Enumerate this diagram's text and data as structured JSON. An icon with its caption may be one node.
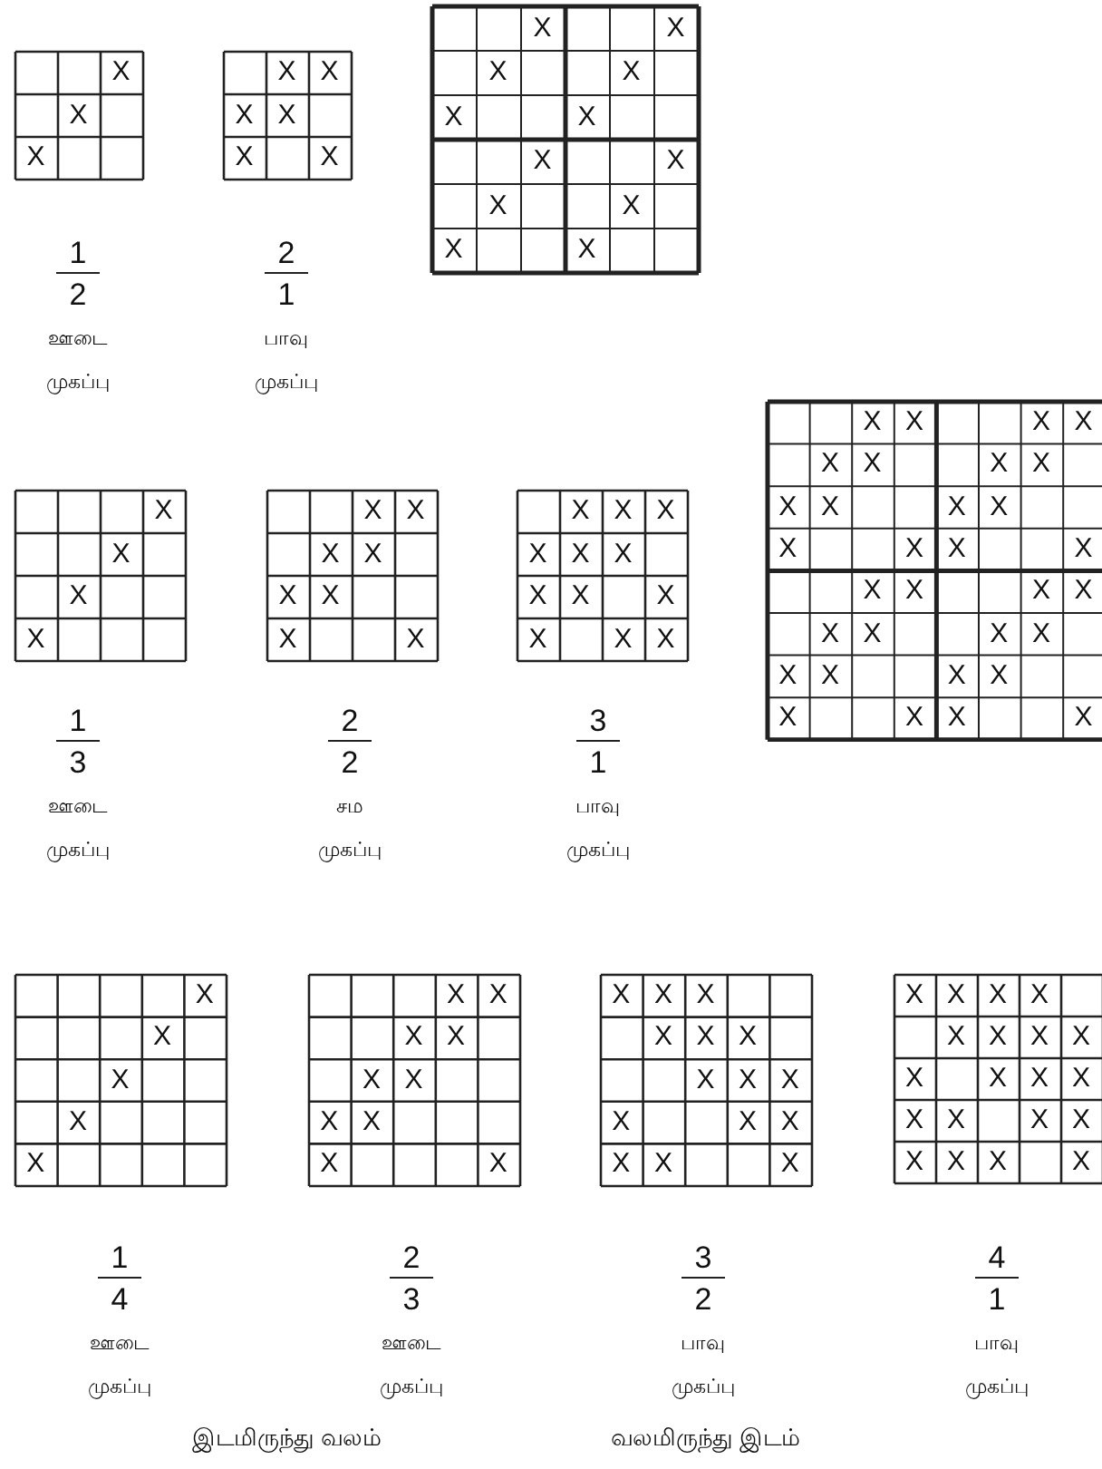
{
  "diagram": {
    "labels": [
      "X",
      "X",
      "X",
      "X",
      "X",
      "X",
      "X",
      "X",
      "X",
      "1",
      "2",
      "ஊடை",
      "முகப்பு",
      "2",
      "1",
      "பாவு",
      "முகப்பு",
      "X",
      "X",
      "X",
      "X",
      "X",
      "X",
      "X",
      "X",
      "X",
      "X",
      "X",
      "X",
      "X",
      "X",
      "X",
      "X",
      "X",
      "X",
      "X",
      "X",
      "X",
      "X",
      "X",
      "X",
      "X",
      "X",
      "X",
      "X",
      "X",
      "X",
      "X",
      "X",
      "X",
      "X",
      "X",
      "X",
      "1",
      "3",
      "ஊடை",
      "முகப்பு",
      "2",
      "2",
      "சம",
      "முகப்பு",
      "3",
      "1",
      "பாவு",
      "முகப்பு",
      "X",
      "X",
      "X",
      "X",
      "X",
      "X",
      "X",
      "X",
      "X",
      "X",
      "X",
      "X",
      "X",
      "X",
      "X",
      "X",
      "X",
      "X",
      "X",
      "X",
      "X",
      "X",
      "X",
      "X",
      "X",
      "X",
      "X",
      "X",
      "X",
      "X",
      "X",
      "X",
      "X",
      "X",
      "X",
      "X",
      "X",
      "X",
      "X",
      "X",
      "X",
      "X",
      "X",
      "X",
      "X",
      "X",
      "X",
      "X",
      "X",
      "X",
      "X",
      "X",
      "X",
      "X",
      "X",
      "X",
      "X",
      "X",
      "X",
      "X",
      "X",
      "X",
      "X",
      "X",
      "X",
      "X",
      "X",
      "X",
      "X",
      "X",
      "X",
      "X",
      "X",
      "X",
      "X",
      "X",
      "X",
      "X",
      "X",
      "X",
      "X",
      "X",
      "1",
      "4",
      "ஊடை",
      "முகப்பு",
      "2",
      "3",
      "ஊடை",
      "முகப்பு",
      "3",
      "2",
      "பாவு",
      "முகப்பு",
      "4",
      "1",
      "பாவு",
      "முகப்பு",
      "இடமிருந்து வலம்",
      "வலமிருந்து இடம்"
    ]
  }
}
